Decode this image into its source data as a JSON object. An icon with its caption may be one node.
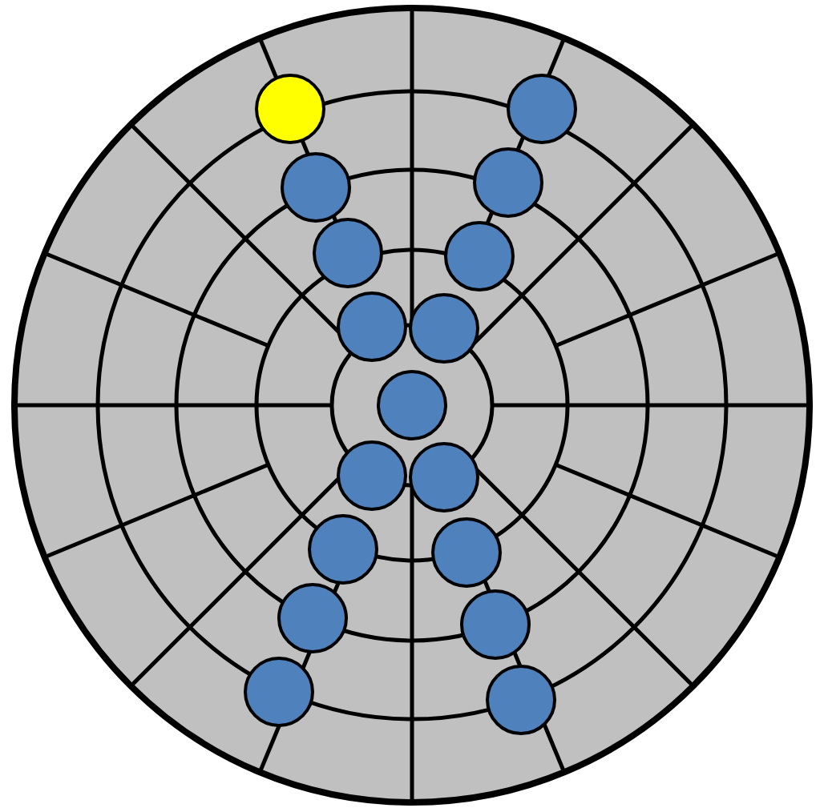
{
  "diagram": {
    "nodes": [
      {
        "text": [],
        "shape": "circle"
      },
      {
        "text": [],
        "shape": "circle"
      },
      {
        "text": [],
        "shape": "circle"
      },
      {
        "text": [],
        "shape": "circle"
      },
      {
        "text": [],
        "shape": "circle"
      },
      {
        "text": [],
        "shape": "circle"
      },
      {
        "text": [],
        "shape": "circle"
      },
      {
        "text": [],
        "shape": "circle"
      },
      {
        "text": [],
        "shape": "circle"
      },
      {
        "text": [],
        "shape": "circle"
      },
      {
        "text": [],
        "shape": "circle"
      },
      {
        "text": [],
        "shape": "circle"
      },
      {
        "text": [],
        "shape": "circle"
      },
      {
        "text": [],
        "shape": "circle"
      },
      {
        "text": [],
        "shape": "circle"
      },
      {
        "text": [],
        "shape": "circle"
      },
      {
        "text": [],
        "shape": "circle"
      }
    ]
  }
}
